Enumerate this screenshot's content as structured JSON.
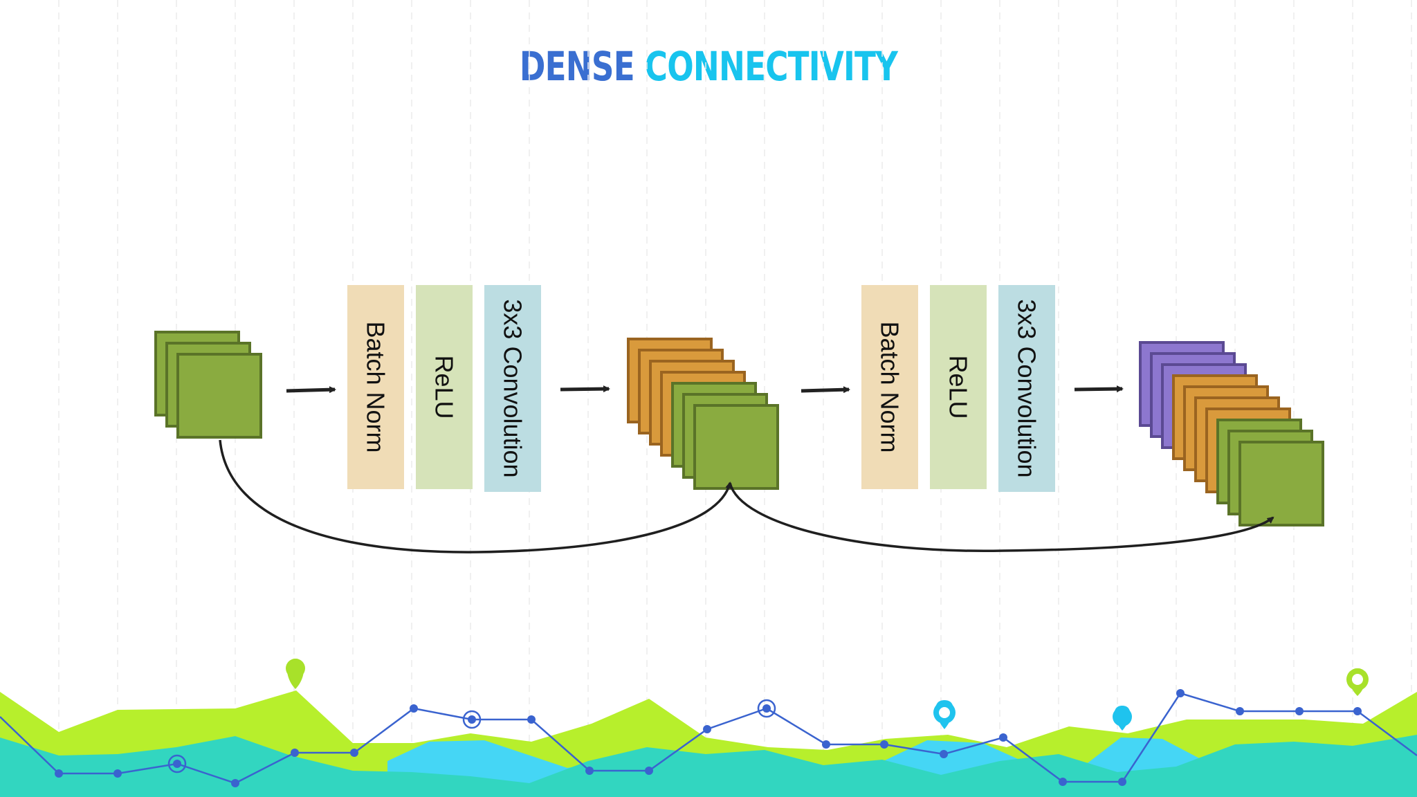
{
  "title": {
    "word1": "DENSE",
    "word2": "CONNECTIVITY"
  },
  "blocks": [
    {
      "layers": [
        "Batch Norm",
        "ReLU",
        "3x3 Convolution"
      ]
    },
    {
      "layers": [
        "Batch Norm",
        "ReLU",
        "3x3 Convolution"
      ]
    }
  ],
  "feature_maps": [
    {
      "stack": [
        {
          "color": "#8aab40",
          "count": 3
        }
      ]
    },
    {
      "stack": [
        {
          "color": "#d99a3c",
          "count": 4
        },
        {
          "color": "#8aab40",
          "count": 3
        }
      ]
    },
    {
      "stack": [
        {
          "color": "#8d77cf",
          "count": 3
        },
        {
          "color": "#d99a3c",
          "count": 4
        },
        {
          "color": "#8aab40",
          "count": 3
        }
      ]
    }
  ],
  "colors": {
    "batch_norm": "#f0dcb6",
    "relu": "#d6e3b9",
    "conv": "#bcdde2",
    "green_stroke": "#5a7328",
    "orange_stroke": "#9a6420",
    "purple_stroke": "#5b4a93",
    "wave_lime": "#b7ef2c",
    "wave_teal": "#32d6c0",
    "wave_cyan": "#45d6f5",
    "line_blue": "#3a63cf"
  }
}
